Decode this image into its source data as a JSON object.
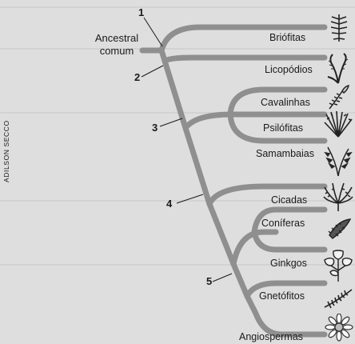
{
  "credit": "ADILSON SECCO",
  "root_label_line1": "Ancestral",
  "root_label_line2": "comum",
  "nodes": [
    "1",
    "2",
    "3",
    "4",
    "5"
  ],
  "taxa": [
    "Briófitas",
    "Licopódios",
    "Cavalinhas",
    "Psilófitas",
    "Samambaias",
    "Cicadas",
    "Coníferas",
    "Ginkgos",
    "Gnetófitos",
    "Angiospermas"
  ],
  "plant_icons": [
    "moss-icon",
    "lycopod-icon",
    "horsetail-icon",
    "psilotum-icon",
    "fern-icon",
    "cycad-icon",
    "conifer-icon",
    "ginkgo-icon",
    "gnetophyte-icon",
    "flower-icon"
  ]
}
